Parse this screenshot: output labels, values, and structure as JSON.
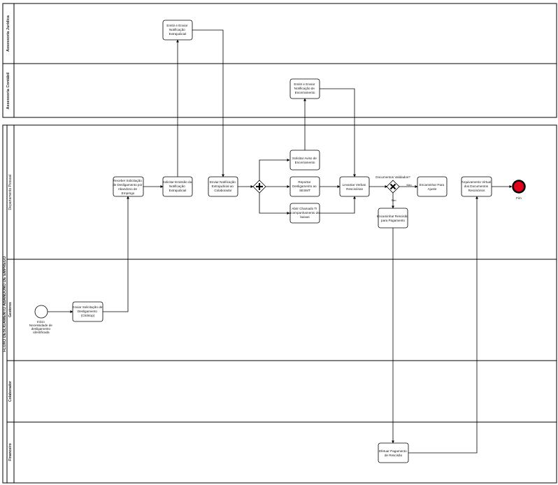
{
  "pools": {
    "assessoria": {
      "label": "Assessoria Jurídica"
    },
    "contabil": {
      "label": "Assessoria Contábil"
    },
    "main": {
      "label": "FLUXO DESLIGAMENTO ABANDONO DE EMPREGO"
    }
  },
  "lanes": {
    "dp": "Departamento Pessoal",
    "gestores": "Gestores",
    "colaborador": "Colaborador",
    "financeiro": "Financeiro"
  },
  "tasks": {
    "emitir_extrajudicial": [
      "Emitir e Enviar",
      "Notificação",
      "Extrajudicial"
    ],
    "emitir_encerramento": [
      "Emitir e Enviar",
      "Notificação de",
      "Encerramento"
    ],
    "receber_solicitacao": [
      "Receber Solicitação",
      "de Desligamento por",
      "Abandono de",
      "Emprego"
    ],
    "solicitar_emissao": [
      "Solicitar Emissão da",
      "Notificação",
      "Extrajudicial"
    ],
    "enviar_notificacao": [
      "Enviar Notificação",
      "Extrajudicial ao",
      "Colaborador"
    ],
    "solicitar_aviso": [
      "Solicitar Aviso de",
      "Encerramento"
    ],
    "reportar_sesmt": [
      "Reportar",
      "Desligamento ao",
      "SESMT"
    ],
    "abrir_chamado": [
      "Abrir Chamado TI",
      "acompanhamento de",
      "baixas"
    ],
    "levantar_verbas": [
      "Levantar Verbas",
      "Rescisórias"
    ],
    "encaminhar_ajuste": [
      "Encaminhar Para",
      "Ajuste"
    ],
    "arquivamento": [
      "Arquivamento Virtual",
      "dos Documentos",
      "Rescisórios"
    ],
    "encaminhar_pagamento": [
      "Encaminhar Rescisão",
      "para Pagamento"
    ],
    "enviar_solicitacao": [
      "Enviar Solicitação de",
      "Desligamento",
      "(Clicktop)"
    ],
    "efetuar_pagamento": [
      "Efetuar Pagamento",
      "de Rescisão"
    ]
  },
  "gateway": {
    "question": "Documentos Validados?",
    "no": "Não",
    "yes": "Sim"
  },
  "events": {
    "start": [
      "Início",
      "Necessidade de",
      "desligamento",
      "identificada"
    ],
    "end": "Fim"
  },
  "colors": {
    "stroke": "#000000",
    "task_fill": "#ffffff",
    "end_fill": "#e4001b"
  }
}
